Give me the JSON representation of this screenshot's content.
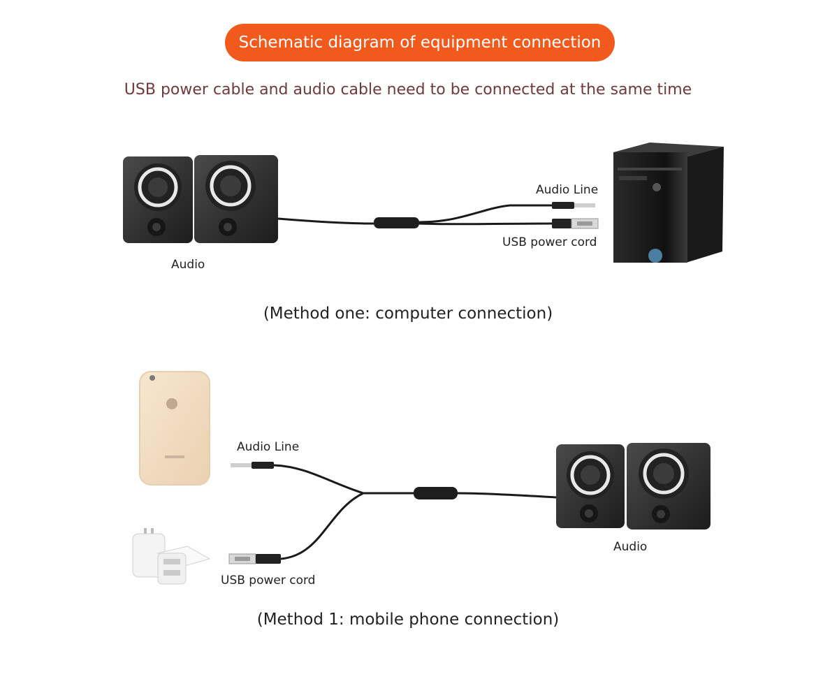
{
  "header": {
    "title": "Schematic diagram of equipment connection"
  },
  "subtitle": "USB power cable and audio cable need to be connected at the same time",
  "method_one": {
    "speaker_label": "Audio",
    "audio_line_label": "Audio Line",
    "usb_label": "USB power cord",
    "caption": "(Method one: computer connection)"
  },
  "method_two": {
    "speaker_label": "Audio",
    "audio_line_label": "Audio Line",
    "usb_label": "USB power cord",
    "caption": "(Method 1: mobile phone connection)"
  },
  "colors": {
    "accent": "#f25a1d",
    "subtitle": "#6f3a3f",
    "speaker": "#2b2b2b",
    "phone": "#f3dcc0"
  }
}
